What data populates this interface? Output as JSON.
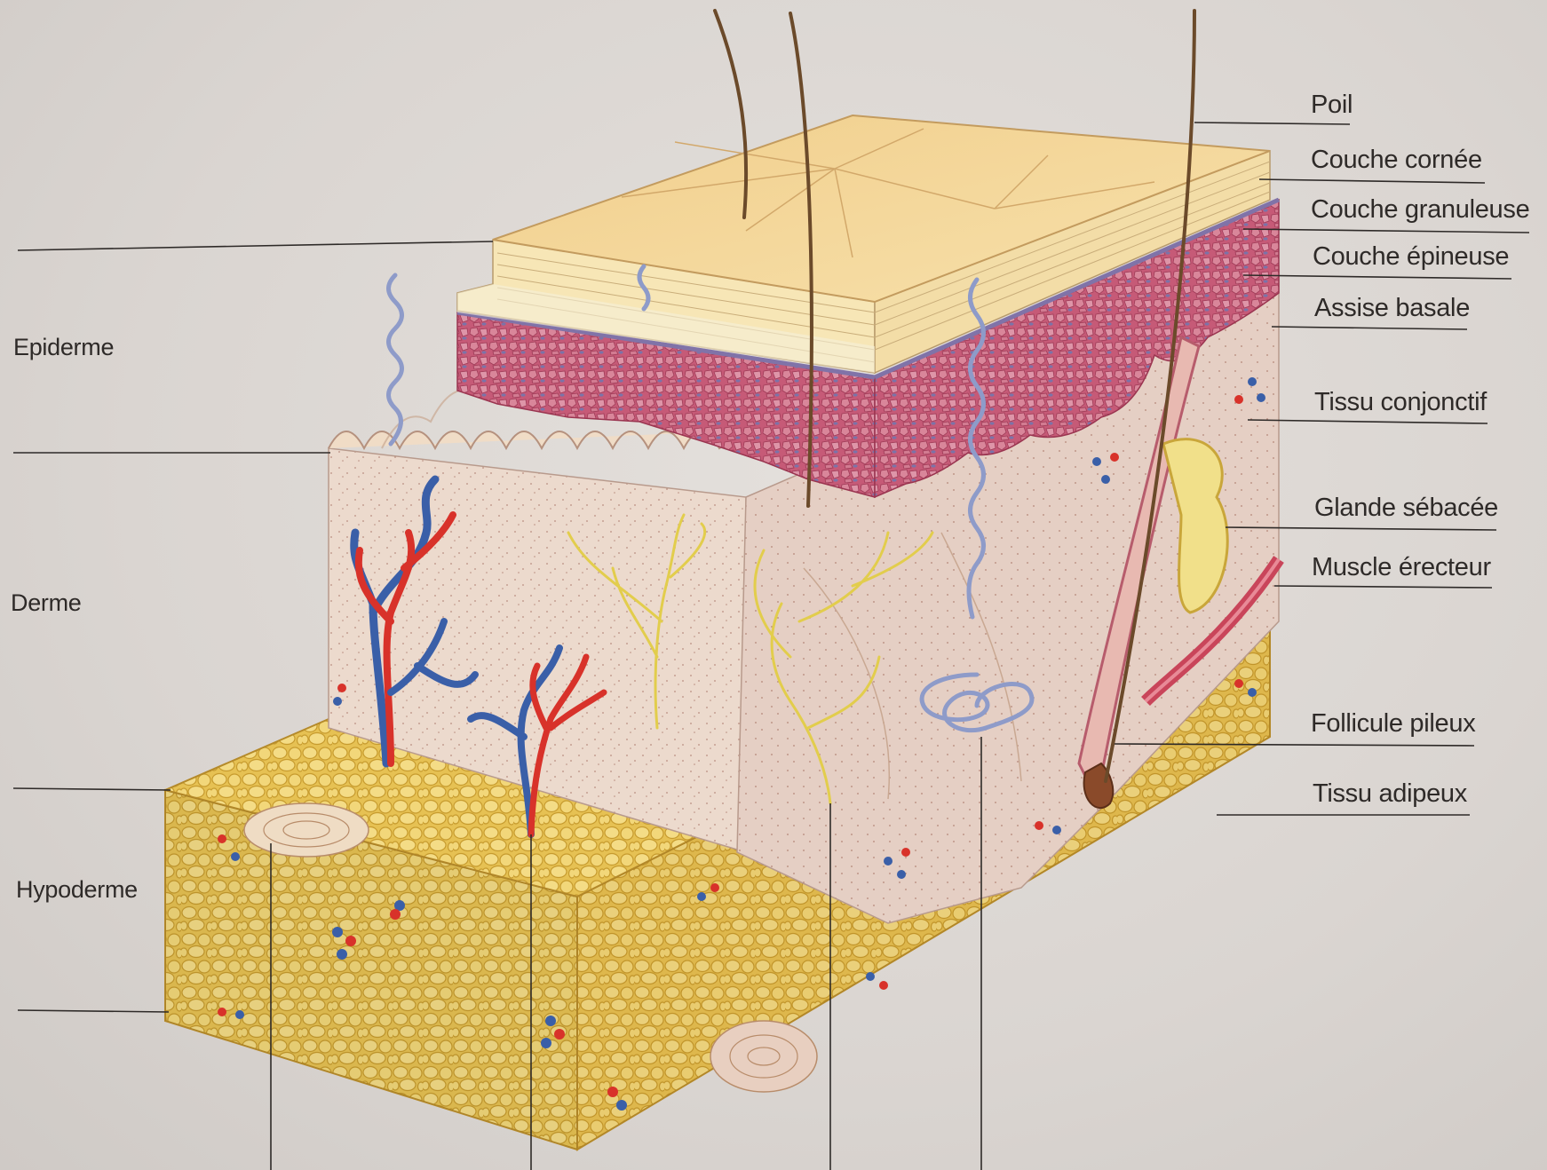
{
  "labels_left": {
    "epiderme": "Epiderme",
    "derme": "Derme",
    "hypoderme": "Hypoderme"
  },
  "labels_right": {
    "poil": "Poil",
    "couche_cornee": "Couche cornée",
    "couche_granuleuse": "Couche granuleuse",
    "couche_epineuse": "Couche épineuse",
    "assise_basale": "Assise basale",
    "tissu_conjonctif": "Tissu conjonctif",
    "glande_sebacee": "Glande sébacée",
    "muscle_erecteur": "Muscle érecteur",
    "follicule_pileux": "Follicule pileux",
    "tissu_adipeux": "Tissu adipeux"
  },
  "colors": {
    "background": "#dcd7d3",
    "stratum_corneum": "#f3d9a0",
    "cell_layers": "#c9607a",
    "dermis": "#eddcd0",
    "adipose": "#e9c85f",
    "artery": "#d8322a",
    "vein": "#3a5fa8",
    "nerve": "#e6d24a",
    "sweat_gland": "#9aa6cf",
    "leader_line": "#2e2a28"
  }
}
